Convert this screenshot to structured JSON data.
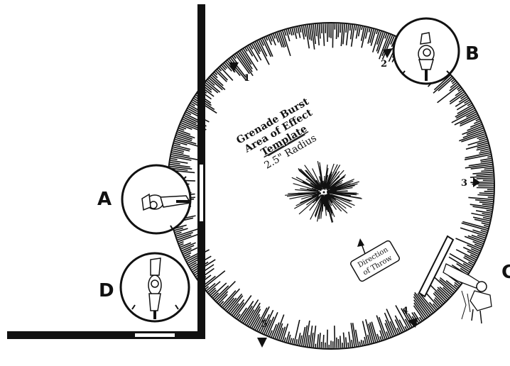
{
  "template": {
    "title_lines": [
      "Grenade Burst",
      "Area of Effect"
    ],
    "title_underlined": "Template",
    "radius": "2.5\" Radius"
  },
  "direction": {
    "lines": [
      "Direction",
      "of Throw"
    ]
  },
  "markers": [
    "1",
    "2",
    "3",
    "4",
    "5"
  ],
  "figures": {
    "a": "A",
    "b": "B",
    "c": "C",
    "d": "D"
  }
}
